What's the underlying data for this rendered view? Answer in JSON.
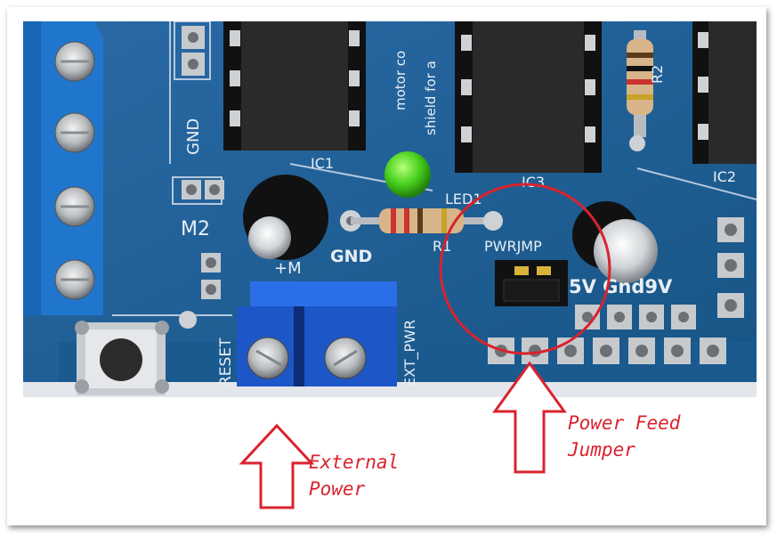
{
  "board": {
    "silkscreen": {
      "gnd_left": "GND",
      "m2": "M2",
      "ic1": "IC1",
      "ic3": "IC3",
      "ic2": "IC2",
      "led1": "LED1",
      "r1": "R1",
      "r2": "R2",
      "plus_m": "+M",
      "gnd_center": "GND",
      "reset": "RESET",
      "ext_pwr": "EXT_PWR",
      "pwrjmp": "PWRJMP",
      "voltage_row": "5V Gnd9V",
      "motor_text_1": "motor co",
      "motor_text_2": "shield for a"
    }
  },
  "annotations": {
    "external_power": "External\nPower",
    "power_feed_jumper": "Power Feed\nJumper"
  },
  "colors": {
    "board_blue": "#1f5f98",
    "terminal_blue": "#1f5fd6",
    "annotation_red": "#d9232e"
  }
}
